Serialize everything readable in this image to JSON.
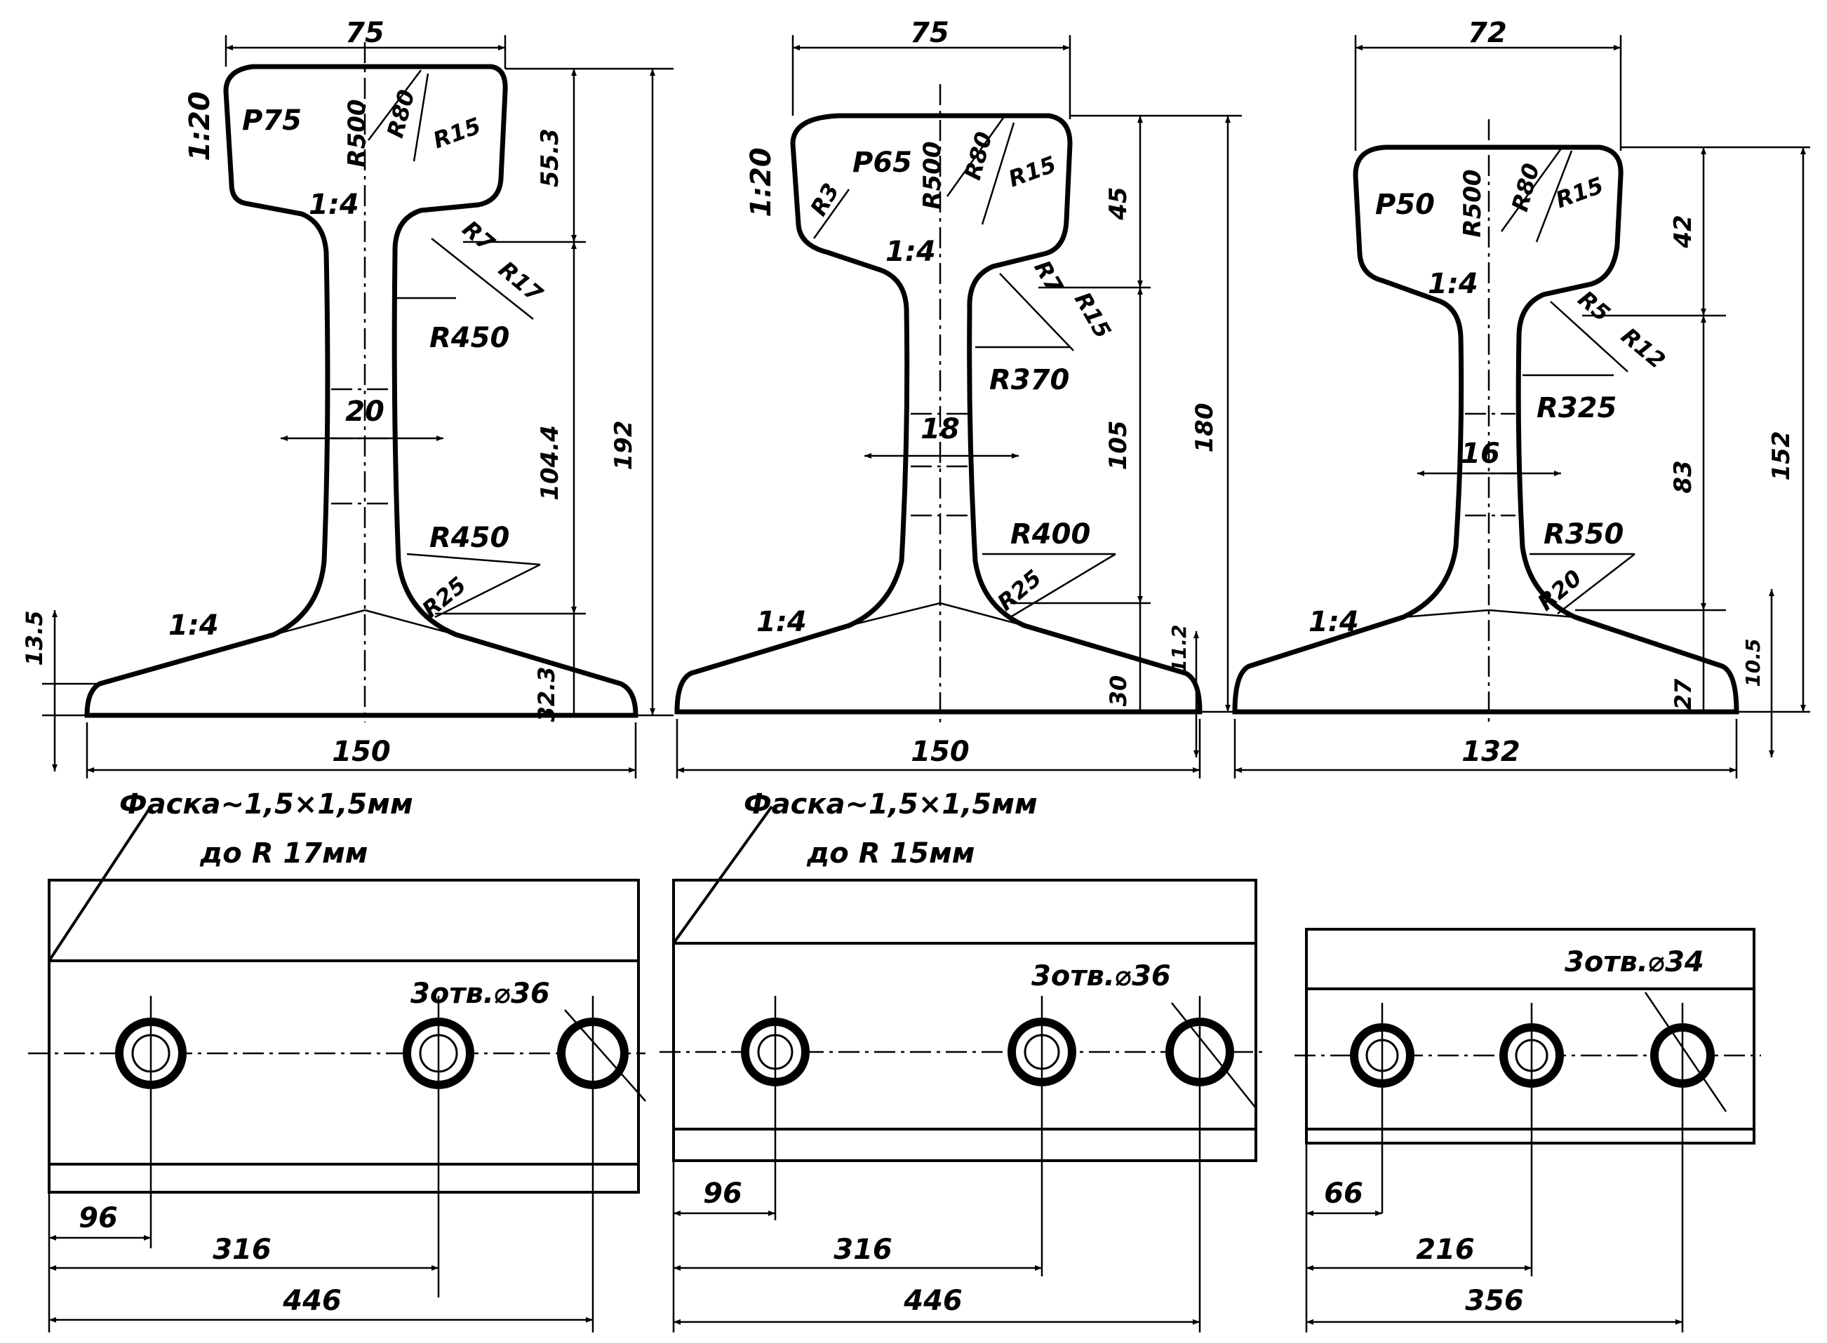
{
  "rails": [
    {
      "name": "P75",
      "head_width": "75",
      "base_width": "150",
      "head_slope": "1:20",
      "slope_under_head": "1:4",
      "slope_base": "1:4",
      "r500": "R500",
      "r80": "R80",
      "r15": "R15",
      "head_fillet": "",
      "r_small": "R7",
      "r_mid": "R17",
      "r_web_top": "R450",
      "r_web_bottom": "R450",
      "r_base_fillet": "R25",
      "web_thickness": "20",
      "head_height": "55.3",
      "web_height": "104.4",
      "total_height": "192",
      "base_edge_left": "13.5",
      "base_edge_right": "32.3",
      "base_small_right": ""
    },
    {
      "name": "P65",
      "head_width": "75",
      "base_width": "150",
      "head_slope": "1:20",
      "slope_under_head": "1:4",
      "slope_base": "1:4",
      "r500": "R500",
      "r80": "R80",
      "r15": "R15",
      "head_fillet": "R3",
      "r_small": "R7",
      "r_mid": "R15",
      "r_web_top": "R370",
      "r_web_bottom": "R400",
      "r_base_fillet": "R25",
      "web_thickness": "18",
      "head_height": "45",
      "web_height": "105",
      "total_height": "180",
      "base_edge_left": "",
      "base_edge_right": "30",
      "base_small_right": "11.2"
    },
    {
      "name": "P50",
      "head_width": "72",
      "base_width": "132",
      "head_slope": "",
      "slope_under_head": "1:4",
      "slope_base": "1:4",
      "r500": "R500",
      "r80": "R80",
      "r15": "R15",
      "head_fillet": "",
      "r_small": "R5",
      "r_mid": "R12",
      "r_web_top": "R325",
      "r_web_bottom": "R350",
      "r_base_fillet": "R20",
      "web_thickness": "16",
      "head_height": "42",
      "web_height": "83",
      "total_height": "152",
      "base_edge_left": "",
      "base_edge_right": "27",
      "base_small_right": "10.5"
    }
  ],
  "plates": [
    {
      "chamfer_line1": "Фаска∼1,5×1,5мм",
      "chamfer_line2": "до R 17мм",
      "holes_label": "3отв.⌀36",
      "dim1": "96",
      "dim2": "316",
      "dim3": "446"
    },
    {
      "chamfer_line1": "Фаска∼1,5×1,5мм",
      "chamfer_line2": "до R 15мм",
      "holes_label": "3отв.⌀36",
      "dim1": "96",
      "dim2": "316",
      "dim3": "446"
    },
    {
      "chamfer_line1": "",
      "chamfer_line2": "",
      "holes_label": "3отв.⌀34",
      "dim1": "66",
      "dim2": "216",
      "dim3": "356"
    }
  ]
}
